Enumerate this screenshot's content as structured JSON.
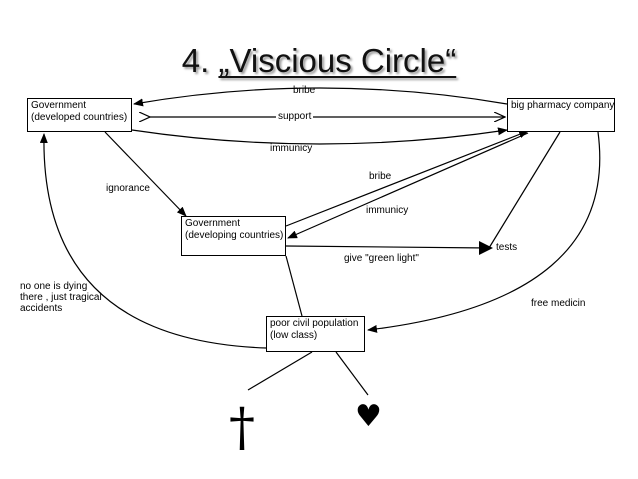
{
  "title": {
    "number": "4.",
    "text": "„Viscious Circle“"
  },
  "nodes": {
    "gov_developed": [
      "Government",
      "(developed countries)"
    ],
    "pharma": [
      "big pharmacy company"
    ],
    "gov_developing": [
      "Government",
      "(developing countries)"
    ],
    "civil": [
      "poor civil population",
      "(low class)"
    ]
  },
  "edges": {
    "bribe_top": "bribe",
    "support": "support",
    "immunicy_top": "immunicy",
    "ignorance": "ignorance",
    "bribe_mid": "bribe",
    "immunicy_mid": "immunicy",
    "green_light": "give \"green light\"",
    "tests": "tests",
    "no_one_dying": [
      "no one is dying",
      "there , just tragical",
      "accidents"
    ],
    "free_medicin": "free medicin"
  },
  "symbols": {
    "cross": "†",
    "heart": "♥"
  }
}
